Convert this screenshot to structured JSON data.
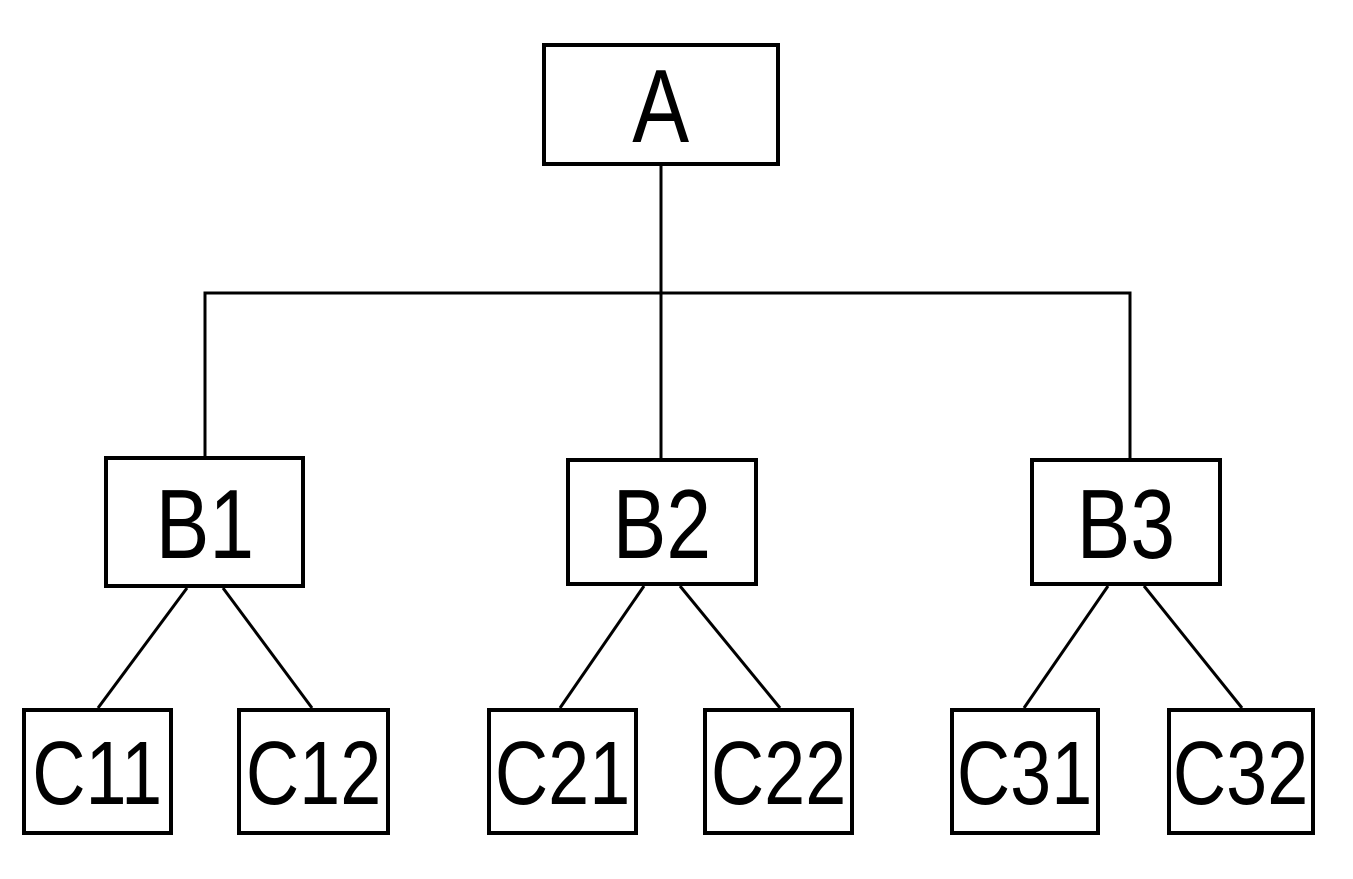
{
  "diagram": {
    "type": "tree",
    "levels": 3,
    "nodes": {
      "A": {
        "label": "A"
      },
      "B1": {
        "label": "B1"
      },
      "B2": {
        "label": "B2"
      },
      "B3": {
        "label": "B3"
      },
      "C11": {
        "label": "C11"
      },
      "C12": {
        "label": "C12"
      },
      "C21": {
        "label": "C21"
      },
      "C22": {
        "label": "C22"
      },
      "C31": {
        "label": "C31"
      },
      "C32": {
        "label": "C32"
      }
    },
    "edges": [
      {
        "from": "A",
        "to": "B1"
      },
      {
        "from": "A",
        "to": "B2"
      },
      {
        "from": "A",
        "to": "B3"
      },
      {
        "from": "B1",
        "to": "C11"
      },
      {
        "from": "B1",
        "to": "C12"
      },
      {
        "from": "B2",
        "to": "C21"
      },
      {
        "from": "B2",
        "to": "C22"
      },
      {
        "from": "B3",
        "to": "C31"
      },
      {
        "from": "B3",
        "to": "C32"
      }
    ],
    "colors": {
      "background": "#ffffff",
      "line": "#000000",
      "box_border": "#000000",
      "box_fill": "#ffffff",
      "text": "#000000"
    }
  }
}
